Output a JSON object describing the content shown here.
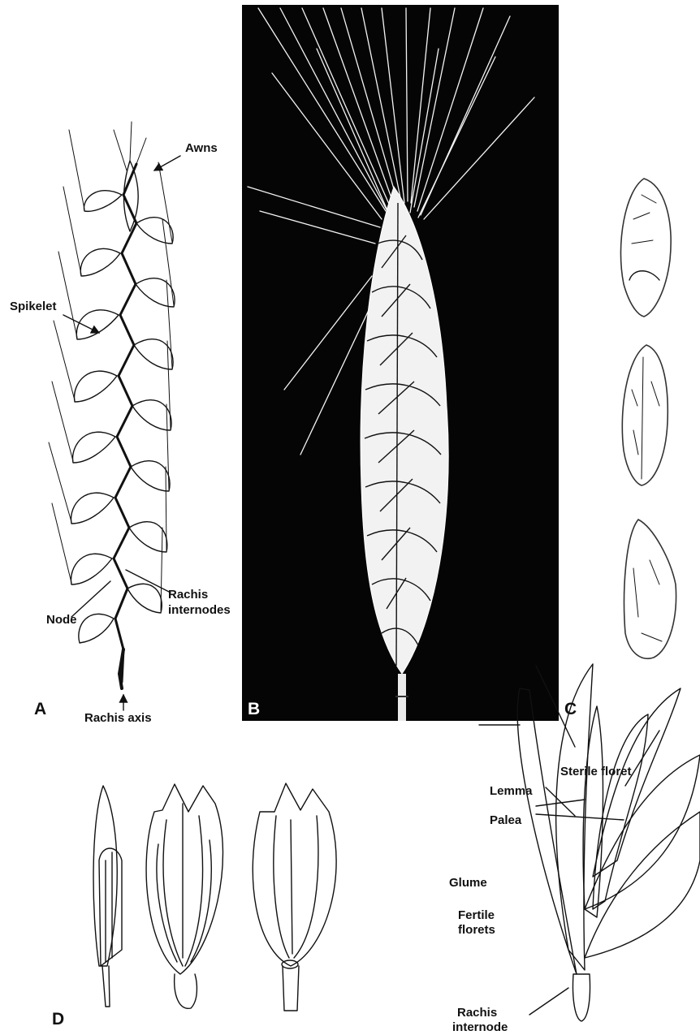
{
  "figure": {
    "panels": {
      "a": "A",
      "b": "B",
      "c": "C",
      "d": "D"
    },
    "panel_a": {
      "awns": "Awns",
      "spikelet": "Spikelet",
      "rachis_internodes_1": "Rachis",
      "rachis_internodes_2": "internodes",
      "node": "Node",
      "rachis_axis": "Rachis axis"
    },
    "panel_d": {
      "sterile_floret": "Sterile floret",
      "lemma": "Lemma",
      "palea": "Palea",
      "glume": "Glume",
      "fertile_florets_1": "Fertile",
      "fertile_florets_2": "florets",
      "rachis_internode_1": "Rachis",
      "rachis_internode_2": "internode"
    }
  }
}
